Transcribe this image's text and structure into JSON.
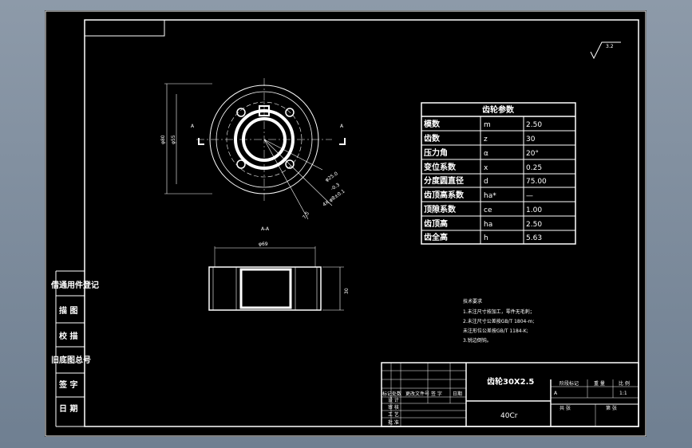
{
  "roughness": "3.2",
  "section_label": "A",
  "section_title": "A-A",
  "dimensions": {
    "outer_height": "φ80",
    "hub_height": "φ55",
    "bore": "φ25.0",
    "bore_tol": "-0.3",
    "holes": "4X φ8±0.1",
    "small": "7.5",
    "width": "φ69",
    "thickness": "30"
  },
  "param_table": {
    "title": "齿轮参数",
    "rows": [
      {
        "name": "模数",
        "symbol": "m",
        "value": "2.50"
      },
      {
        "name": "齿数",
        "symbol": "z",
        "value": "30"
      },
      {
        "name": "压力角",
        "symbol": "α",
        "value": "20°"
      },
      {
        "name": "变位系数",
        "symbol": "x",
        "value": "0.25"
      },
      {
        "name": "分度圆直径",
        "symbol": "d",
        "value": "75.00"
      },
      {
        "name": "齿顶高系数",
        "symbol": "ha*",
        "value": "—"
      },
      {
        "name": "顶隙系数",
        "symbol": "ce",
        "value": "1.00"
      },
      {
        "name": "齿顶高",
        "symbol": "ha",
        "value": "2.50"
      },
      {
        "name": "齿全高",
        "symbol": "h",
        "value": "5.63"
      }
    ]
  },
  "tech_notes": {
    "title": "技术要求",
    "lines": [
      "1.未注尺寸按加工，零件无毛刺；",
      "2.未注尺寸公差按GB/T 1804-m;",
      "  未注形位公差按GB/T 1184-K;",
      "3.锐边倒钝。"
    ]
  },
  "side_labels": [
    "借通用件登记",
    "描 图",
    "校 描",
    "旧底图总号",
    "签 字",
    "日 期"
  ],
  "title_block": {
    "part_name": "齿轮30X2.5",
    "material": "40Cr",
    "headers": [
      "标记",
      "处数",
      "更改文件号",
      "签 字",
      "日期"
    ],
    "rows": [
      "设 计",
      "审 核",
      "工 艺",
      "批 准"
    ],
    "stage_headers": [
      "阶段标记",
      "重 量",
      "比 例"
    ],
    "stage_mark": "A",
    "scale": "1:1",
    "sheet_total": "共 张",
    "sheet_num": "第 张"
  }
}
